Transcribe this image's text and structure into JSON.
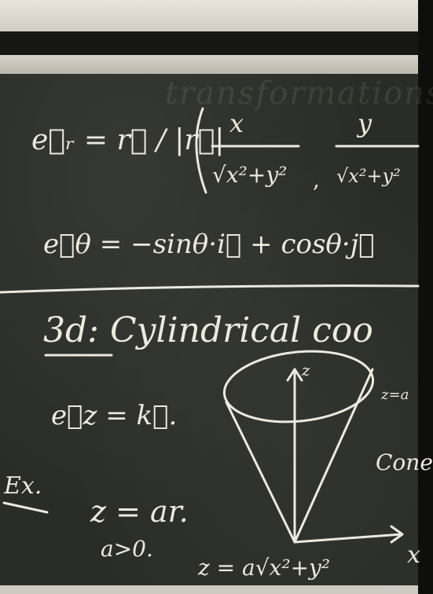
{
  "board": {
    "ghost_text": "transformations",
    "eq1_lhs": "e⃗ᵣ = r⃗ / |r⃗|",
    "eq1_frac1_num": "x",
    "eq1_frac1_den": "√x²+y²",
    "eq1_frac2_num": "y",
    "eq1_frac2_den": "√x²+y²",
    "eq2": "e⃗θ = −sinθ·i⃗ + cosθ·j⃗",
    "heading_prefix": "3d:",
    "heading_rest": "Cylindrical coo",
    "ez": "e⃗z = k⃗.",
    "ex_label": "Ex.",
    "ex_eq": "z = ar.",
    "cond": "a>0.",
    "result": "z = a√x²+y²",
    "axis_z": "z",
    "axis_x": "x",
    "cone_label": "Cone",
    "z_eq_a": "z=a"
  }
}
